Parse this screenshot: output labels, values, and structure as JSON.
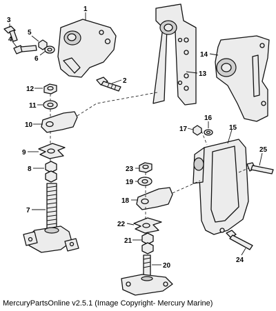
{
  "callouts": {
    "c1": "1",
    "c2": "2",
    "c3": "3",
    "c4": "4",
    "c5": "5",
    "c6": "6",
    "c7": "7",
    "c8": "8",
    "c9": "9",
    "c10": "10",
    "c11": "11",
    "c12": "12",
    "c13": "13",
    "c14": "14",
    "c15": "15",
    "c16": "16",
    "c17": "17",
    "c18": "18",
    "c19": "19",
    "c20": "20",
    "c21": "21",
    "c22": "22",
    "c23": "23",
    "c24": "24",
    "c25": "25"
  },
  "caption": "MercuryPartsOnline v2.5.1 (Image Copyright- Mercury Marine)"
}
